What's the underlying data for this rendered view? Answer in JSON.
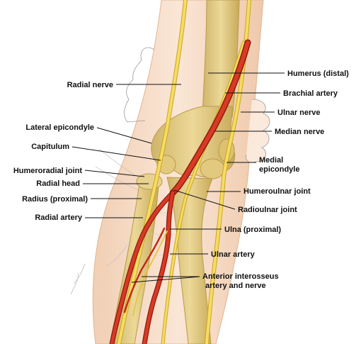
{
  "labels": {
    "radial_nerve": "Radial nerve",
    "lateral_epicondyle": "Lateral epicondyle",
    "capitulum": "Capitulum",
    "humeroradial_joint": "Humeroradial joint",
    "radial_head": "Radial head",
    "radius_proximal": "Radius (proximal)",
    "radial_artery": "Radial artery",
    "humerus_distal": "Humerus (distal)",
    "brachial_artery": "Brachial artery",
    "ulnar_nerve": "Ulnar nerve",
    "median_nerve": "Median nerve",
    "medial_epicondyle_1": "Medial",
    "medial_epicondyle_2": "epicondyle",
    "humeroulnar_joint": "Humeroulnar joint",
    "radioulnar_joint": "Radioulnar joint",
    "ulna_proximal": "Ulna (proximal)",
    "ulnar_artery": "Ulnar artery",
    "anterior_interosseus_1": "Anterior interosseus",
    "anterior_interosseus_2": "artery and nerve"
  },
  "colors": {
    "skin": "#f6dcc6",
    "skin_edge": "#e8bfa0",
    "bone": "#e6cf8a",
    "bone_shade": "#c9ab5c",
    "artery": "#cc2a1a",
    "artery_dark": "#8f1a10",
    "nerve": "#f3d24a",
    "nerve_edge": "#c9a526"
  }
}
